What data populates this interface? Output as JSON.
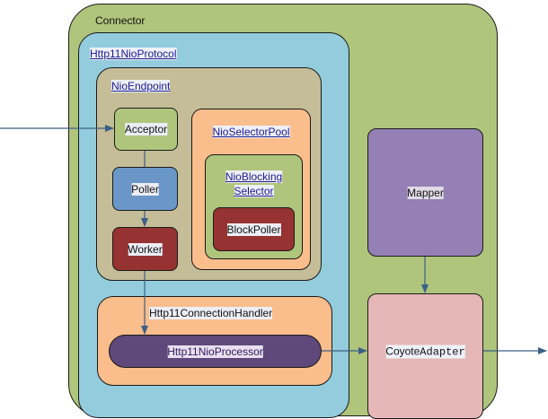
{
  "diagram": {
    "connector": {
      "label": "Connector"
    },
    "protocol": {
      "label": "Http11NioProtocol"
    },
    "endpoint": {
      "label": "NioEndpoint"
    },
    "acceptor": {
      "label": "Acceptor"
    },
    "poller": {
      "label": "Poller"
    },
    "worker": {
      "label": "Worker"
    },
    "selector_pool": {
      "label": "NioSelectorPool"
    },
    "blocking_selector": {
      "label_line1": "NioBlocking",
      "label_line2": "Selector"
    },
    "block_poller": {
      "label": "BlockPoller"
    },
    "connection_handler": {
      "label": "Http11ConnectionHandler"
    },
    "processor": {
      "label": "Http11NioProcessor"
    },
    "mapper": {
      "label": "Mapper"
    },
    "adapter": {
      "label_part1": "Coyote",
      "label_part2": "Adapter"
    }
  },
  "colors": {
    "connector": "#afc57c",
    "protocol": "#93cddd",
    "endpoint": "#c4bd97",
    "selector_pool": "#fabd8c",
    "worker": "#963232",
    "poller": "#6b97c8",
    "processor": "#5f497a",
    "mapper": "#9480b4",
    "adapter": "#e5b7b7",
    "arrow": "#3b5f86"
  },
  "edges": [
    {
      "from": "external",
      "to": "Acceptor"
    },
    {
      "from": "Acceptor",
      "to": "Poller"
    },
    {
      "from": "Poller",
      "to": "Worker"
    },
    {
      "from": "Worker",
      "to": "Http11NioProcessor"
    },
    {
      "from": "Http11NioProcessor",
      "to": "CoyoteAdapter"
    },
    {
      "from": "Mapper",
      "to": "CoyoteAdapter"
    },
    {
      "from": "CoyoteAdapter",
      "to": "external"
    }
  ]
}
